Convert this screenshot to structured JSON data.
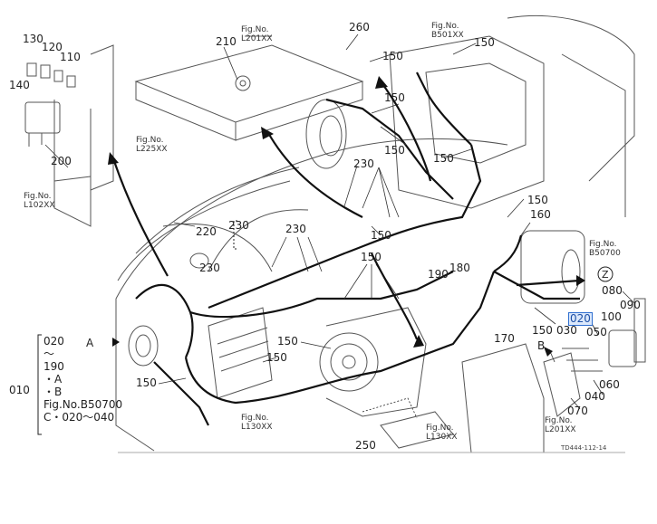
{
  "diagram_code": "TD444-112-14",
  "parts": {
    "p010": "010",
    "p020": "020",
    "p030": "030",
    "p040": "040",
    "p050": "050",
    "p060": "060",
    "p070": "070",
    "p080": "080",
    "p090": "090",
    "p100": "100",
    "p110": "110",
    "p120": "120",
    "p130": "130",
    "p140": "140",
    "p150": "150",
    "p160": "160",
    "p170": "170",
    "p180": "180",
    "p190": "190",
    "p200": "200",
    "p210": "210",
    "p220": "220",
    "p230": "230",
    "p250": "250",
    "p260": "260"
  },
  "figs": {
    "fig_label": "Fig.No.",
    "l201": "L201XX",
    "b501": "B501XX",
    "l225": "L225XX",
    "l102": "L102XX",
    "b507": "B50700",
    "l130": "L130XX"
  },
  "views": {
    "a": "A",
    "b": "B",
    "z": "Z"
  },
  "legend": {
    "code": "010",
    "line1": "020",
    "line2": "～",
    "line3": "190",
    "line4": "・A",
    "line5": "・B",
    "line6": "Fig.No.B50700",
    "line7": "C・020～040"
  },
  "highlight_part": "020"
}
